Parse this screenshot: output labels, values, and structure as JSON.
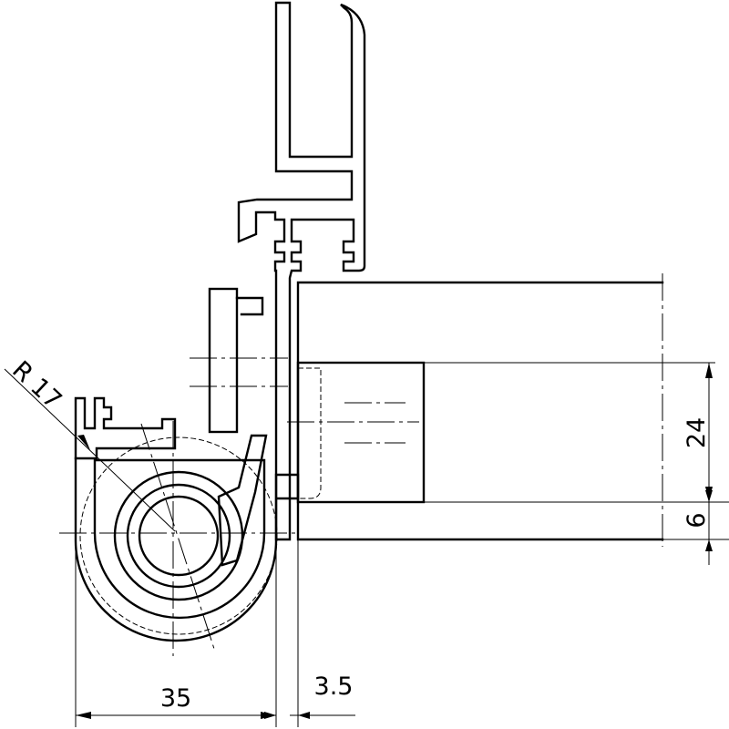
{
  "dimensions": {
    "radius_label": "R 17",
    "width_label": "35",
    "offset_label": "3.5",
    "height_label": "24",
    "gap_label": "6"
  }
}
